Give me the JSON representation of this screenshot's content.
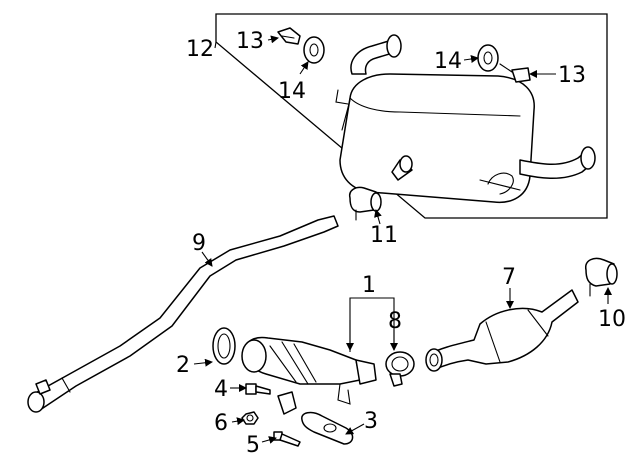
{
  "diagram": {
    "callouts": [
      {
        "id": "c1",
        "label": "1"
      },
      {
        "id": "c2",
        "label": "2"
      },
      {
        "id": "c3",
        "label": "3"
      },
      {
        "id": "c4",
        "label": "4"
      },
      {
        "id": "c5",
        "label": "5"
      },
      {
        "id": "c6",
        "label": "6"
      },
      {
        "id": "c7",
        "label": "7"
      },
      {
        "id": "c8",
        "label": "8"
      },
      {
        "id": "c9",
        "label": "9"
      },
      {
        "id": "c10",
        "label": "10"
      },
      {
        "id": "c11",
        "label": "11"
      },
      {
        "id": "c12",
        "label": "12"
      },
      {
        "id": "c13a",
        "label": "13"
      },
      {
        "id": "c13b",
        "label": "13"
      },
      {
        "id": "c14a",
        "label": "14"
      },
      {
        "id": "c14b",
        "label": "14"
      }
    ]
  }
}
